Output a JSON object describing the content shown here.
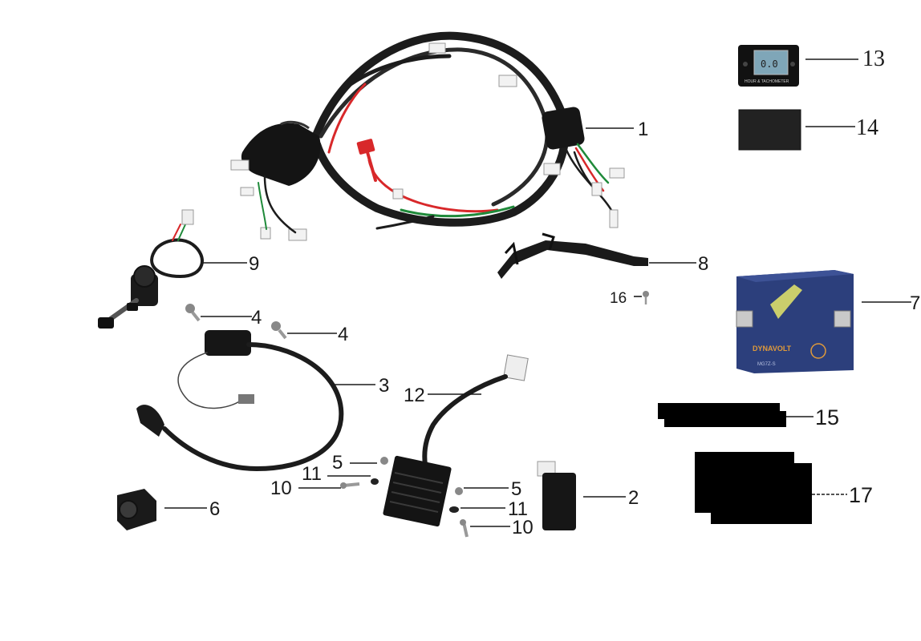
{
  "callouts": {
    "c1": "1",
    "c2": "2",
    "c3": "3",
    "c4a": "4",
    "c4b": "4",
    "c5a": "5",
    "c5b": "5",
    "c6": "6",
    "c7": "7",
    "c8": "8",
    "c9": "9",
    "c10a": "10",
    "c10b": "10",
    "c11a": "11",
    "c11b": "11",
    "c12": "12",
    "c13": "13",
    "c14": "14",
    "c15": "15",
    "c16": "16",
    "c17": "17"
  },
  "hour_meter": {
    "display": "0.0",
    "caption": "HOUR & TACHOMETER"
  },
  "battery": {
    "brand": "DYNAVOLT",
    "model": "MG7Z-S"
  },
  "colors": {
    "wire_black": "#1c1c1c",
    "wire_red": "#d8282a",
    "wire_green": "#1f8a3a",
    "battery_blue": "#2c3f7c",
    "lcd": "#7fa6b8"
  }
}
